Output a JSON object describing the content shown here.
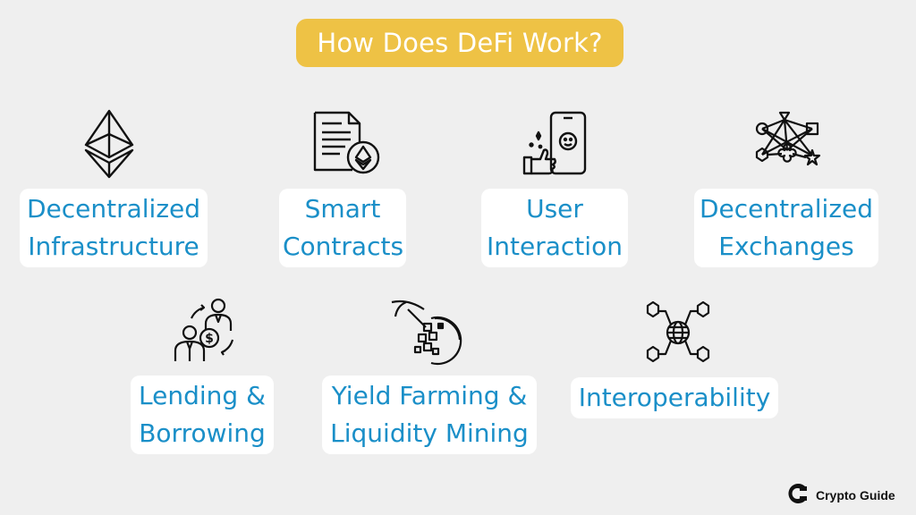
{
  "title": "How Does DeFi Work?",
  "items": [
    {
      "icon": "ethereum-icon",
      "lines": [
        "Decentralized",
        "Infrastructure"
      ]
    },
    {
      "icon": "smart-contract-icon",
      "lines": [
        "Smart",
        "Contracts"
      ]
    },
    {
      "icon": "user-interaction-icon",
      "lines": [
        "User",
        "Interaction"
      ]
    },
    {
      "icon": "network-nodes-icon",
      "lines": [
        "Decentralized",
        "Exchanges"
      ]
    },
    {
      "icon": "lending-borrowing-icon",
      "lines": [
        "Lending &",
        "Borrowing"
      ]
    },
    {
      "icon": "pickaxe-coin-icon",
      "lines": [
        "Yield Farming &",
        "Liquidity Mining"
      ]
    },
    {
      "icon": "interoperability-icon",
      "lines": [
        "Interoperability"
      ]
    }
  ],
  "brand": {
    "name": "Crypto Guide",
    "logo": "crypto-guide-logo-icon"
  },
  "colors": {
    "background": "#efefef",
    "title_bg": "#eec245",
    "title_text": "#ffffff",
    "label_text": "#1a8fc8",
    "label_bg": "#ffffff"
  }
}
